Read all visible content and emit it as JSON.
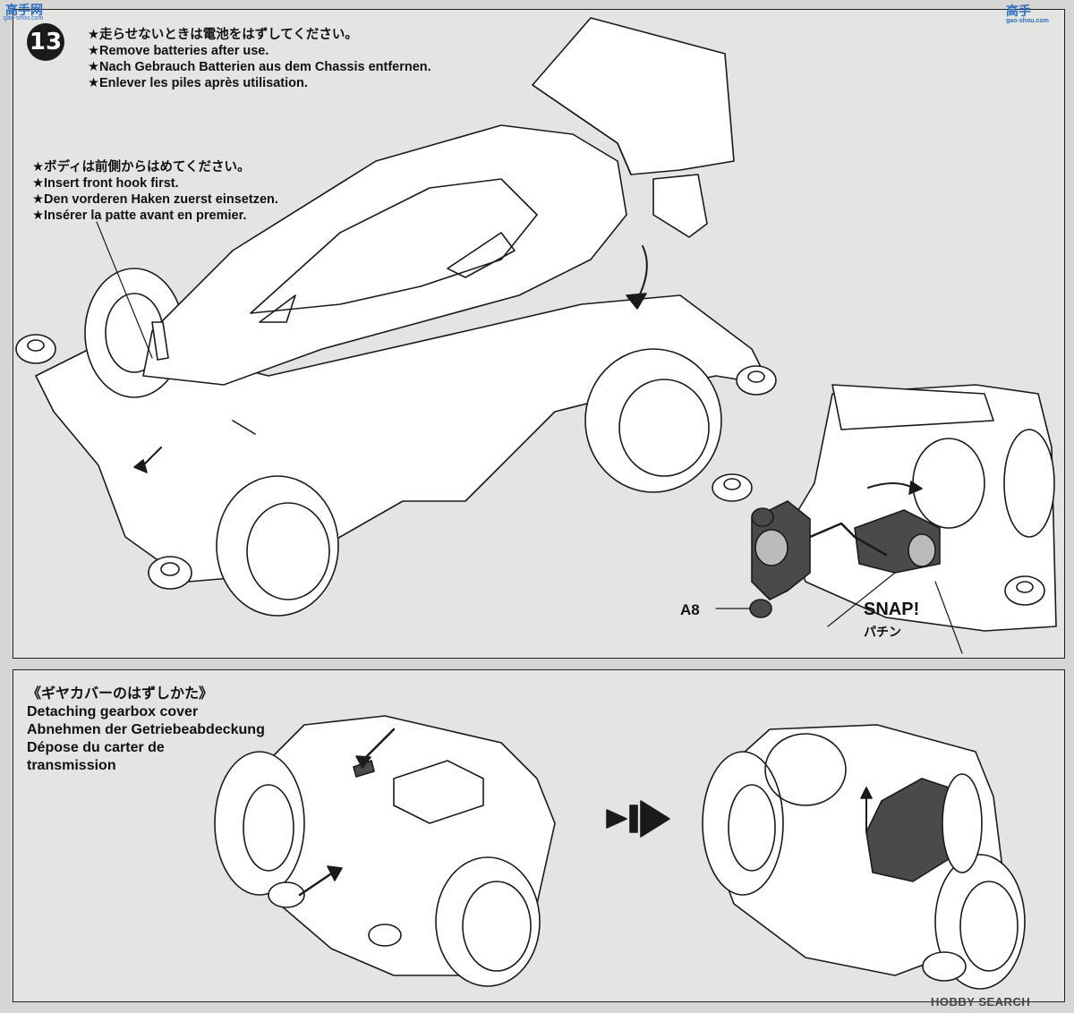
{
  "step": {
    "number": "13"
  },
  "notes": {
    "batteries": [
      "★走らせないときは電池をはずしてください。",
      "★Remove batteries after use.",
      "★Nach Gebrauch Batterien aus dem Chassis entfernen.",
      "★Enlever les piles après utilisation."
    ],
    "front_hook": [
      "★ボディは前側からはめてください。",
      "★Insert front hook first.",
      "★Den vorderen Haken zuerst einsetzen.",
      "★Insérer la patte avant en premier."
    ]
  },
  "labels": {
    "part_a8": "A8",
    "snap": "SNAP!",
    "snap_jp": "パチン"
  },
  "gearbox_section": {
    "title_lines": [
      "《ギヤカバーのはずしかた》",
      "Detaching gearbox cover",
      "Abnehmen der Getriebeabdeckung",
      "Dépose du carter de",
      "transmission"
    ]
  },
  "watermarks": {
    "top_left": "高手网",
    "top_left_sub": "gao-shou.com",
    "top_right": "高手",
    "top_right_sub": "gao-shou.com",
    "bottom_right": "HOBBY SEARCH"
  },
  "colors": {
    "background": "#d6d6d4",
    "panel": "#e4e4e2",
    "line": "#1a1a1a",
    "part_fill": "#4a4a4a",
    "watermark": "#2c6fc4"
  }
}
